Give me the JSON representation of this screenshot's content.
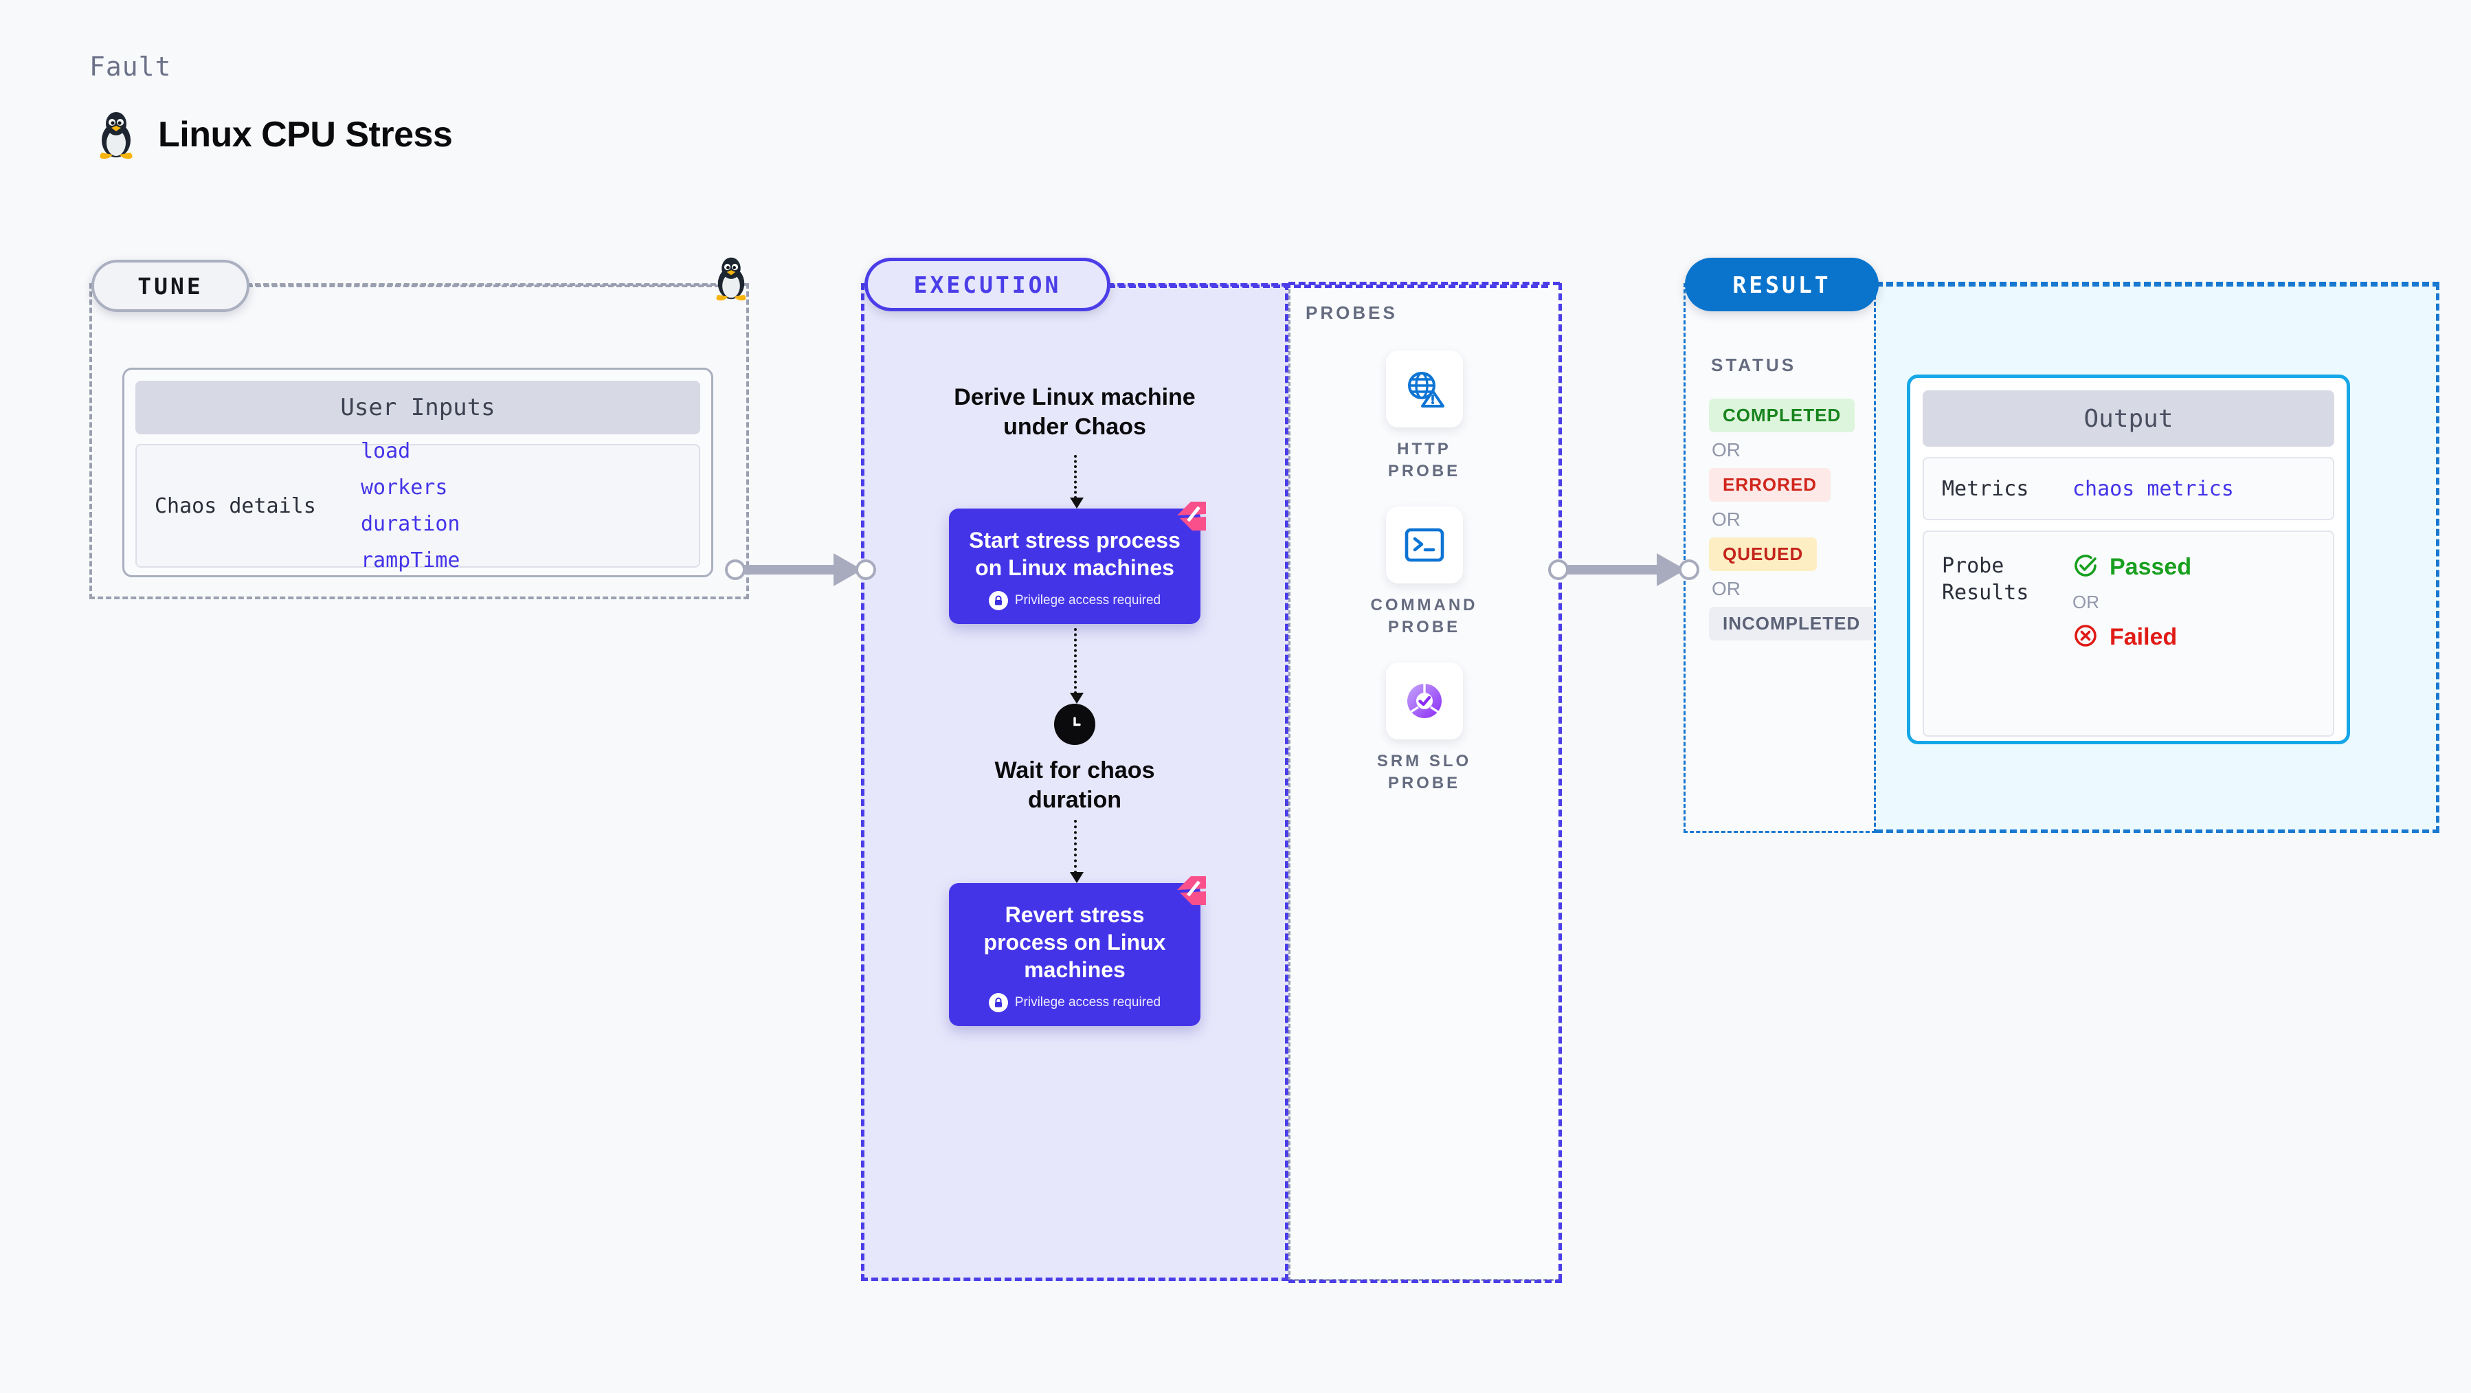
{
  "header": {
    "kicker": "Fault",
    "title": "Linux CPU Stress",
    "icon": "linux-tux-icon"
  },
  "tune": {
    "pill_label": "TUNE",
    "corner_icon": "linux-tux-icon",
    "card": {
      "header": "User Inputs",
      "key": "Chaos details",
      "values": [
        "load",
        "workers",
        "duration",
        "rampTime"
      ]
    }
  },
  "execution": {
    "pill_label": "EXECUTION",
    "derive_label": "Derive Linux machine under Chaos",
    "start_node": {
      "title": "Start stress process on Linux machines",
      "privilege": "Privilege access required",
      "badge_icon": "harness-logo-icon",
      "lock_icon": "lock-icon"
    },
    "wait": {
      "icon": "clock-icon",
      "label": "Wait for chaos duration"
    },
    "revert_node": {
      "title": "Revert stress process on Linux machines",
      "privilege": "Privilege access required",
      "badge_icon": "harness-logo-icon",
      "lock_icon": "lock-icon"
    }
  },
  "probes": {
    "label": "PROBES",
    "items": [
      {
        "name": "HTTP PROBE",
        "icon": "globe-warning-icon"
      },
      {
        "name": "COMMAND PROBE",
        "icon": "terminal-icon"
      },
      {
        "name": "SRM SLO PROBE",
        "icon": "slo-donut-check-icon"
      }
    ]
  },
  "result": {
    "pill_label": "RESULT",
    "status_label": "STATUS",
    "or_label": "OR",
    "statuses": [
      {
        "label": "COMPLETED",
        "bg": "#ddf5dc",
        "fg": "#18841e"
      },
      {
        "label": "ERRORED",
        "bg": "#fde9e7",
        "fg": "#d0261c"
      },
      {
        "label": "QUEUED",
        "bg": "#fdeec4",
        "fg": "#c3241b"
      },
      {
        "label": "INCOMPLETED",
        "bg": "#eceef4",
        "fg": "#5b6276"
      }
    ],
    "output": {
      "header": "Output",
      "metrics_key": "Metrics",
      "metrics_value": "chaos metrics",
      "probe_key": "Probe Results",
      "passed": "Passed",
      "failed": "Failed",
      "or_label": "OR",
      "passed_icon": "check-circle-icon",
      "failed_icon": "x-circle-icon"
    }
  },
  "colors": {
    "accent_indigo": "#4434e8",
    "accent_blue": "#0a74cd",
    "accent_cyan": "#16a7e8",
    "pink": "#f9508c",
    "gray_dash": "#9aa0b0"
  }
}
